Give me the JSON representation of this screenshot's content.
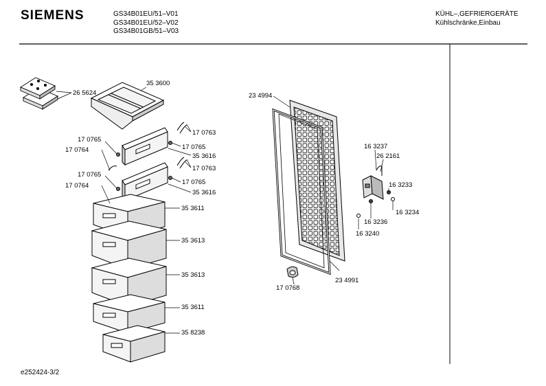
{
  "header": {
    "brand": "SIEMENS",
    "models": [
      "GS34B01EU/51–V01",
      "GS34B01EU/52–V02",
      "GS34B01GB/51–V03"
    ],
    "category_line1": "KÜHL–,GEFRIERGERÄTE",
    "category_line2": "Kühlschränke,Einbau"
  },
  "footer": {
    "code": "e252424-3/2"
  },
  "parts": {
    "ice_packs": "26 5624",
    "top_shelf": "35 3600",
    "flap_hinge_a": "17 0763",
    "flap_pin_a": "17 0765",
    "flap_a": "35 3616",
    "flap_hinge_b": "17 0763",
    "flap_pin_b": "17 0765",
    "flap_b": "35 3616",
    "left_pin_a": "17 0765",
    "left_spring_a": "17 0764",
    "left_pin_b": "17 0765",
    "left_spring_b": "17 0764",
    "drawer_1": "35 3611",
    "drawer_2": "35 3613",
    "drawer_3": "35 3613",
    "drawer_4": "35 3611",
    "drawer_5": "35 8238",
    "door": "23 4994",
    "door_seal": "23 4991",
    "door_handle": "17 0768",
    "bracket_screw": "16 3237",
    "bracket": "26 2161",
    "bracket_nut": "16 3233",
    "washer": "16 3234",
    "cap_a": "16 3236",
    "cap_b": "16 3240"
  }
}
